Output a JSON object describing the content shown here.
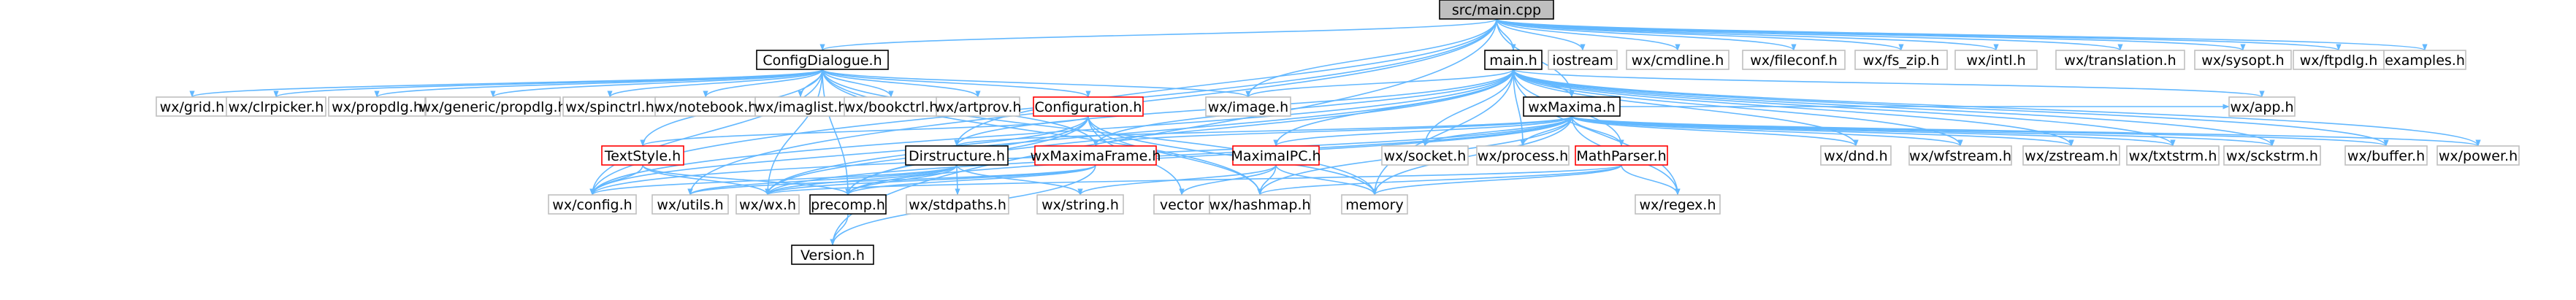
{
  "colors": {
    "root_fill": "#bfbfbf",
    "root_stroke": "#000000",
    "local_stroke": "#000000",
    "truncated_stroke": "#ff0000",
    "system_stroke": "#bfbfbf",
    "edge": "#63b8ff"
  },
  "nodes": [
    {
      "id": "main_cpp",
      "label": "src/main.cpp",
      "kind": "root"
    },
    {
      "id": "configdialogue_h",
      "label": "ConfigDialogue.h",
      "kind": "local"
    },
    {
      "id": "main_h",
      "label": "main.h",
      "kind": "local"
    },
    {
      "id": "iostream",
      "label": "iostream",
      "kind": "system"
    },
    {
      "id": "wx_cmdline_h",
      "label": "wx/cmdline.h",
      "kind": "system"
    },
    {
      "id": "wx_fileconf_h",
      "label": "wx/fileconf.h",
      "kind": "system"
    },
    {
      "id": "wx_fs_zip_h",
      "label": "wx/fs_zip.h",
      "kind": "system"
    },
    {
      "id": "wx_intl_h",
      "label": "wx/intl.h",
      "kind": "system"
    },
    {
      "id": "wx_translation_h",
      "label": "wx/translation.h",
      "kind": "system"
    },
    {
      "id": "wx_sysopt_h",
      "label": "wx/sysopt.h",
      "kind": "system"
    },
    {
      "id": "wx_ftpdlg_h",
      "label": "wx/ftpdlg.h",
      "kind": "system"
    },
    {
      "id": "examples_h",
      "label": "examples.h",
      "kind": "system"
    },
    {
      "id": "wx_grid_h",
      "label": "wx/grid.h",
      "kind": "system"
    },
    {
      "id": "wx_clrpicker_h",
      "label": "wx/clrpicker.h",
      "kind": "system"
    },
    {
      "id": "wx_propdlg_h",
      "label": "wx/propdlg.h",
      "kind": "system"
    },
    {
      "id": "wx_genericpropdlg_h",
      "label": "wx/generic/propdlg.h",
      "kind": "system"
    },
    {
      "id": "wx_spinctrl_h",
      "label": "wx/spinctrl.h",
      "kind": "system"
    },
    {
      "id": "wx_notebook_h",
      "label": "wx/notebook.h",
      "kind": "system"
    },
    {
      "id": "wx_imaglist_h",
      "label": "wx/imaglist.h",
      "kind": "system"
    },
    {
      "id": "wx_bookctrl_h",
      "label": "wx/bookctrl.h",
      "kind": "system"
    },
    {
      "id": "wx_artprov_h",
      "label": "wx/artprov.h",
      "kind": "system"
    },
    {
      "id": "configuration_h",
      "label": "Configuration.h",
      "kind": "truncated"
    },
    {
      "id": "wx_image_h",
      "label": "wx/image.h",
      "kind": "system"
    },
    {
      "id": "wxmaxima_h",
      "label": "wxMaxima.h",
      "kind": "local"
    },
    {
      "id": "wx_app_h",
      "label": "wx/app.h",
      "kind": "system"
    },
    {
      "id": "textstyle_h",
      "label": "TextStyle.h",
      "kind": "truncated"
    },
    {
      "id": "dirstructure_h",
      "label": "Dirstructure.h",
      "kind": "local"
    },
    {
      "id": "wxmaximaframe_h",
      "label": "wxMaximaFrame.h",
      "kind": "truncated"
    },
    {
      "id": "maximaipc_h",
      "label": "MaximaIPC.h",
      "kind": "truncated"
    },
    {
      "id": "wx_socket_h",
      "label": "wx/socket.h",
      "kind": "system"
    },
    {
      "id": "wx_process_h",
      "label": "wx/process.h",
      "kind": "system"
    },
    {
      "id": "mathparser_h",
      "label": "MathParser.h",
      "kind": "truncated"
    },
    {
      "id": "wx_dnd_h",
      "label": "wx/dnd.h",
      "kind": "system"
    },
    {
      "id": "wx_wfstream_h",
      "label": "wx/wfstream.h",
      "kind": "system"
    },
    {
      "id": "wx_zstream_h",
      "label": "wx/zstream.h",
      "kind": "system"
    },
    {
      "id": "wx_txtstrm_h",
      "label": "wx/txtstrm.h",
      "kind": "system"
    },
    {
      "id": "wx_sckstrm_h",
      "label": "wx/sckstrm.h",
      "kind": "system"
    },
    {
      "id": "wx_buffer_h",
      "label": "wx/buffer.h",
      "kind": "system"
    },
    {
      "id": "wx_power_h",
      "label": "wx/power.h",
      "kind": "system"
    },
    {
      "id": "wx_config_h",
      "label": "wx/config.h",
      "kind": "system"
    },
    {
      "id": "wx_utils_h",
      "label": "wx/utils.h",
      "kind": "system"
    },
    {
      "id": "wx_wx_h",
      "label": "wx/wx.h",
      "kind": "system"
    },
    {
      "id": "precomp_h",
      "label": "precomp.h",
      "kind": "local"
    },
    {
      "id": "wx_stdpaths_h",
      "label": "wx/stdpaths.h",
      "kind": "system"
    },
    {
      "id": "wx_string_h",
      "label": "wx/string.h",
      "kind": "system"
    },
    {
      "id": "vector",
      "label": "vector",
      "kind": "system"
    },
    {
      "id": "wx_hashmap_h",
      "label": "wx/hashmap.h",
      "kind": "system"
    },
    {
      "id": "memory",
      "label": "memory",
      "kind": "system"
    },
    {
      "id": "wx_regex_h",
      "label": "wx/regex.h",
      "kind": "system"
    },
    {
      "id": "version_h",
      "label": "Version.h",
      "kind": "local"
    }
  ],
  "edges": [
    [
      "main_cpp",
      "configdialogue_h"
    ],
    [
      "main_cpp",
      "main_h"
    ],
    [
      "main_cpp",
      "iostream"
    ],
    [
      "main_cpp",
      "wx_cmdline_h"
    ],
    [
      "main_cpp",
      "wx_fileconf_h"
    ],
    [
      "main_cpp",
      "wx_fs_zip_h"
    ],
    [
      "main_cpp",
      "wx_intl_h"
    ],
    [
      "main_cpp",
      "wx_translation_h"
    ],
    [
      "main_cpp",
      "wx_sysopt_h"
    ],
    [
      "main_cpp",
      "wx_ftpdlg_h"
    ],
    [
      "main_cpp",
      "examples_h"
    ],
    [
      "main_cpp",
      "wx_image_h"
    ],
    [
      "main_cpp",
      "wxmaxima_h"
    ],
    [
      "main_cpp",
      "wx_config_h"
    ],
    [
      "main_cpp",
      "wx_utils_h"
    ],
    [
      "main_cpp",
      "version_h"
    ],
    [
      "main_cpp",
      "dirstructure_h"
    ],
    [
      "configdialogue_h",
      "wx_grid_h"
    ],
    [
      "configdialogue_h",
      "wx_clrpicker_h"
    ],
    [
      "configdialogue_h",
      "wx_propdlg_h"
    ],
    [
      "configdialogue_h",
      "wx_genericpropdlg_h"
    ],
    [
      "configdialogue_h",
      "wx_spinctrl_h"
    ],
    [
      "configdialogue_h",
      "wx_notebook_h"
    ],
    [
      "configdialogue_h",
      "wx_imaglist_h"
    ],
    [
      "configdialogue_h",
      "wx_bookctrl_h"
    ],
    [
      "configdialogue_h",
      "wx_artprov_h"
    ],
    [
      "configdialogue_h",
      "configuration_h"
    ],
    [
      "configdialogue_h",
      "wx_image_h"
    ],
    [
      "configdialogue_h",
      "textstyle_h"
    ],
    [
      "configdialogue_h",
      "wx_config_h"
    ],
    [
      "configdialogue_h",
      "wx_wx_h"
    ],
    [
      "configdialogue_h",
      "precomp_h"
    ],
    [
      "configdialogue_h",
      "wx_hashmap_h"
    ],
    [
      "configdialogue_h",
      "memory"
    ],
    [
      "configdialogue_h",
      "wxmaximaframe_h"
    ],
    [
      "main_h",
      "wx_image_h"
    ],
    [
      "main_h",
      "wxmaxima_h"
    ],
    [
      "main_h",
      "wx_app_h"
    ],
    [
      "main_h",
      "dirstructure_h"
    ],
    [
      "main_h",
      "wxmaximaframe_h"
    ],
    [
      "main_h",
      "maximaipc_h"
    ],
    [
      "main_h",
      "wx_socket_h"
    ],
    [
      "main_h",
      "wx_process_h"
    ],
    [
      "main_h",
      "mathparser_h"
    ],
    [
      "main_h",
      "wx_dnd_h"
    ],
    [
      "main_h",
      "wx_wfstream_h"
    ],
    [
      "main_h",
      "wx_zstream_h"
    ],
    [
      "main_h",
      "wx_txtstrm_h"
    ],
    [
      "main_h",
      "wx_sckstrm_h"
    ],
    [
      "main_h",
      "wx_buffer_h"
    ],
    [
      "main_h",
      "wx_power_h"
    ],
    [
      "main_h",
      "wx_regex_h"
    ],
    [
      "main_h",
      "memory"
    ],
    [
      "main_h",
      "wx_config_h"
    ],
    [
      "main_h",
      "precomp_h"
    ],
    [
      "main_h",
      "wx_wx_h"
    ],
    [
      "configuration_h",
      "textstyle_h"
    ],
    [
      "configuration_h",
      "wx_config_h"
    ],
    [
      "configuration_h",
      "precomp_h"
    ],
    [
      "configuration_h",
      "vector"
    ],
    [
      "configuration_h",
      "wx_hashmap_h"
    ],
    [
      "configuration_h",
      "memory"
    ],
    [
      "configuration_h",
      "wx_wx_h"
    ],
    [
      "wxmaxima_h",
      "wx_app_h"
    ],
    [
      "wxmaxima_h",
      "dirstructure_h"
    ],
    [
      "wxmaxima_h",
      "wxmaximaframe_h"
    ],
    [
      "wxmaxima_h",
      "maximaipc_h"
    ],
    [
      "wxmaxima_h",
      "wx_socket_h"
    ],
    [
      "wxmaxima_h",
      "wx_process_h"
    ],
    [
      "wxmaxima_h",
      "mathparser_h"
    ],
    [
      "wxmaxima_h",
      "wx_dnd_h"
    ],
    [
      "wxmaxima_h",
      "wx_wfstream_h"
    ],
    [
      "wxmaxima_h",
      "wx_zstream_h"
    ],
    [
      "wxmaxima_h",
      "wx_txtstrm_h"
    ],
    [
      "wxmaxima_h",
      "wx_sckstrm_h"
    ],
    [
      "wxmaxima_h",
      "wx_buffer_h"
    ],
    [
      "wxmaxima_h",
      "wx_power_h"
    ],
    [
      "wxmaxima_h",
      "wx_regex_h"
    ],
    [
      "wxmaxima_h",
      "memory"
    ],
    [
      "wxmaxima_h",
      "precomp_h"
    ],
    [
      "wxmaxima_h",
      "wx_wx_h"
    ],
    [
      "wxmaxima_h",
      "wx_config_h"
    ],
    [
      "wxmaxima_h",
      "wx_hashmap_h"
    ],
    [
      "textstyle_h",
      "wx_config_h"
    ],
    [
      "textstyle_h",
      "wx_wx_h"
    ],
    [
      "textstyle_h",
      "precomp_h"
    ],
    [
      "dirstructure_h",
      "wx_config_h"
    ],
    [
      "dirstructure_h",
      "wx_utils_h"
    ],
    [
      "dirstructure_h",
      "wx_wx_h"
    ],
    [
      "dirstructure_h",
      "precomp_h"
    ],
    [
      "dirstructure_h",
      "wx_stdpaths_h"
    ],
    [
      "dirstructure_h",
      "wx_string_h"
    ],
    [
      "wxmaximaframe_h",
      "wx_wx_h"
    ],
    [
      "wxmaximaframe_h",
      "precomp_h"
    ],
    [
      "wxmaximaframe_h",
      "version_h"
    ],
    [
      "wxmaximaframe_h",
      "wx_utils_h"
    ],
    [
      "maximaipc_h",
      "vector"
    ],
    [
      "maximaipc_h",
      "wx_hashmap_h"
    ],
    [
      "maximaipc_h",
      "memory"
    ],
    [
      "maximaipc_h",
      "wx_string_h"
    ],
    [
      "mathparser_h",
      "wx_regex_h"
    ],
    [
      "mathparser_h",
      "memory"
    ],
    [
      "mathparser_h",
      "wx_hashmap_h"
    ],
    [
      "mathparser_h",
      "wx_wx_h"
    ],
    [
      "precomp_h",
      "version_h"
    ]
  ]
}
